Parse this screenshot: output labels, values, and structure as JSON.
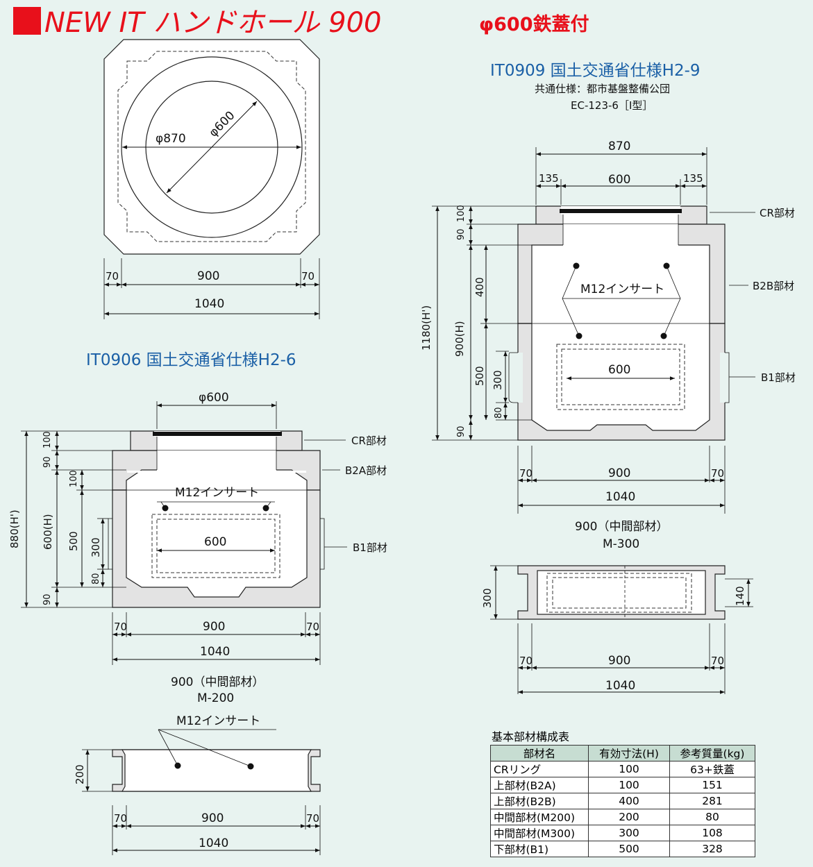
{
  "header": {
    "title": "NEW IT ハンドホール 900",
    "subtitle": "φ600鉄蓋付"
  },
  "plan_view": {
    "dia_outer": "φ870",
    "dia_inner": "φ600",
    "dim_70_left": "70",
    "dim_900": "900",
    "dim_70_right": "70",
    "dim_1040": "1040"
  },
  "it0909": {
    "title": "IT0909 国土交通省仕様H2-9",
    "spec_line1": "共通仕様：都市基盤整備公団",
    "spec_line2": "EC-123-6［I型］",
    "dim_870": "870",
    "dim_135_left": "135",
    "dim_600_top": "600",
    "dim_135_right": "135",
    "v_100": "100",
    "v_90_top": "90",
    "v_400": "400",
    "v_500": "500",
    "v_300": "300",
    "v_80": "80",
    "v_90_bottom": "90",
    "v_total": "1180(H')",
    "v_900h": "900(H)",
    "insert_label": "M12インサート",
    "dim_600_inner": "600",
    "cr_label": "CR部材",
    "b2b_label": "B2B部材",
    "b1_label": "B1部材",
    "dim_70_left": "70",
    "dim_900": "900",
    "dim_70_right": "70",
    "dim_1040": "1040"
  },
  "m300": {
    "label_line1": "900（中間部材）",
    "label_line2": "M-300",
    "v_300": "300",
    "v_140": "140",
    "dim_70_left": "70",
    "dim_900": "900",
    "dim_70_right": "70",
    "dim_1040": "1040"
  },
  "it0906": {
    "title": "IT0906 国土交通省仕様H2-6",
    "dim_phi600": "φ600",
    "v_100_top": "100",
    "v_90": "90",
    "v_100_inner": "100",
    "v_500": "500",
    "v_300": "300",
    "v_80": "80",
    "v_90_bottom": "90",
    "v_total": "880(H')",
    "v_600h": "600(H)",
    "insert_label": "M12インサート",
    "dim_600_inner": "600",
    "cr_label": "CR部材",
    "b2a_label": "B2A部材",
    "b1_label": "B1部材",
    "dim_70_left": "70",
    "dim_900": "900",
    "dim_70_right": "70",
    "dim_1040": "1040"
  },
  "m200": {
    "label_line1": "900（中間部材）",
    "label_line2": "M-200",
    "insert_label": "M12インサート",
    "v_200": "200",
    "dim_70_left": "70",
    "dim_900": "900",
    "dim_70_right": "70",
    "dim_1040": "1040"
  },
  "parts_table": {
    "title": "基本部材構成表",
    "headers": [
      "部材名",
      "有効寸法(H)",
      "参考質量(kg)"
    ],
    "rows": [
      [
        "CRリング",
        "100",
        "63+鉄蓋"
      ],
      [
        "上部材(B2A)",
        "100",
        "151"
      ],
      [
        "上部材(B2B)",
        "400",
        "281"
      ],
      [
        "中間部材(M200)",
        "200",
        "80"
      ],
      [
        "中間部材(M300)",
        "300",
        "108"
      ],
      [
        "下部材(B1)",
        "500",
        "328"
      ]
    ]
  },
  "colors": {
    "title_red": "#e8101b",
    "heading_blue": "#1a5fa6",
    "background": "#e8f3f0",
    "table_header": "#c7ddd2"
  }
}
